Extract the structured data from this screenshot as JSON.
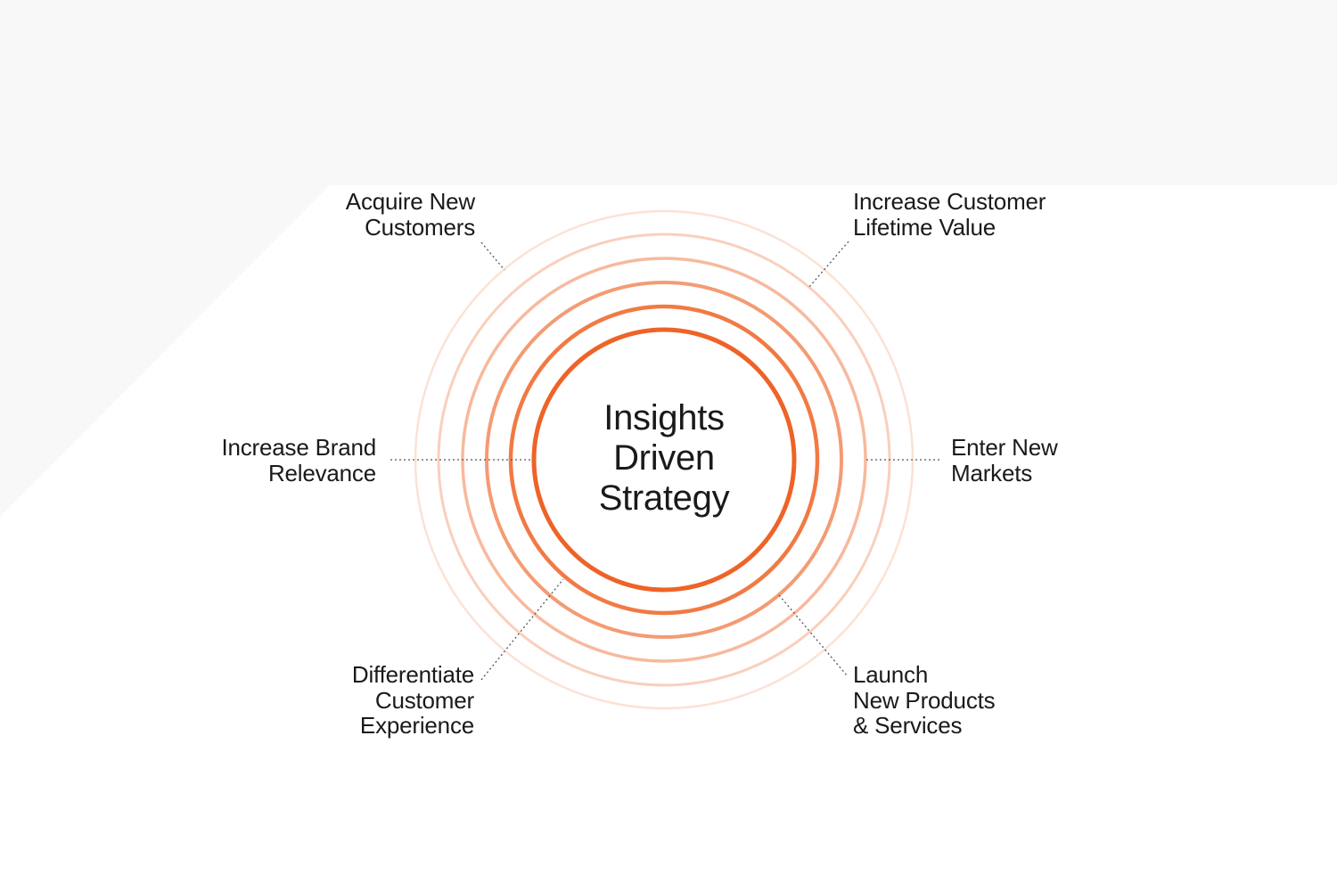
{
  "center": {
    "lines": [
      "Insights",
      "Driven",
      "Strategy"
    ]
  },
  "goals": {
    "acquire": {
      "lines": [
        "Acquire New",
        "Customers"
      ]
    },
    "lifetime": {
      "lines": [
        "Increase Customer",
        "Lifetime Value"
      ]
    },
    "brand": {
      "lines": [
        "Increase Brand",
        "Relevance"
      ]
    },
    "markets": {
      "lines": [
        "Enter New",
        "Markets"
      ]
    },
    "differentiate": {
      "lines": [
        "Differentiate",
        "Customer",
        "Experience"
      ]
    },
    "launch": {
      "lines": [
        "Launch",
        "New Products",
        "& Services"
      ]
    }
  },
  "colors": {
    "accent": "#f0602a",
    "background": "#ffffff",
    "backdrop_shape": "#f8f8f8",
    "text": "#1a1a1a",
    "connector": "#555555"
  },
  "rings": [
    {
      "color": "#ee6327",
      "opacity": 1.0
    },
    {
      "color": "#f0733a",
      "opacity": 0.95
    },
    {
      "color": "#f28a5a",
      "opacity": 0.85
    },
    {
      "color": "#f5a17c",
      "opacity": 0.75
    },
    {
      "color": "#f8bba0",
      "opacity": 0.7
    },
    {
      "color": "#fad5c3",
      "opacity": 0.7
    }
  ]
}
